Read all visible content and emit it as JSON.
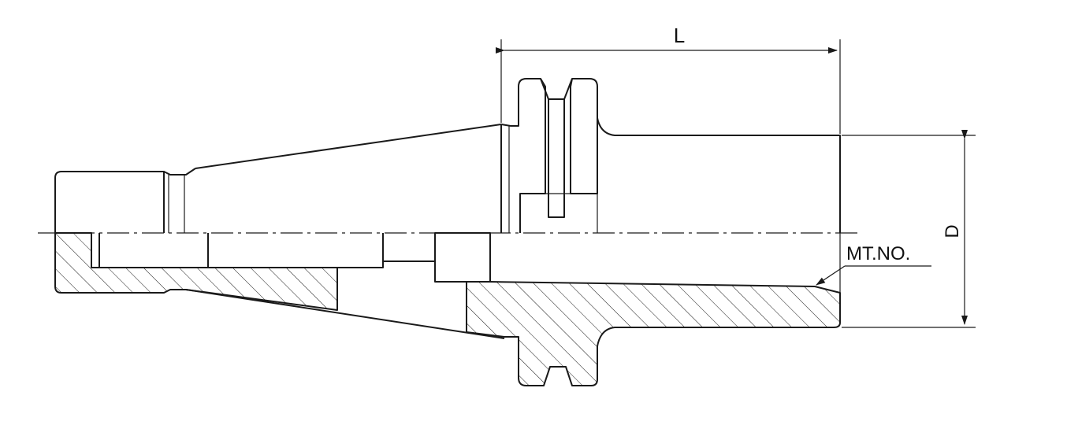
{
  "labels": {
    "length": "L",
    "diameter": "D",
    "taper": "MT.NO."
  }
}
